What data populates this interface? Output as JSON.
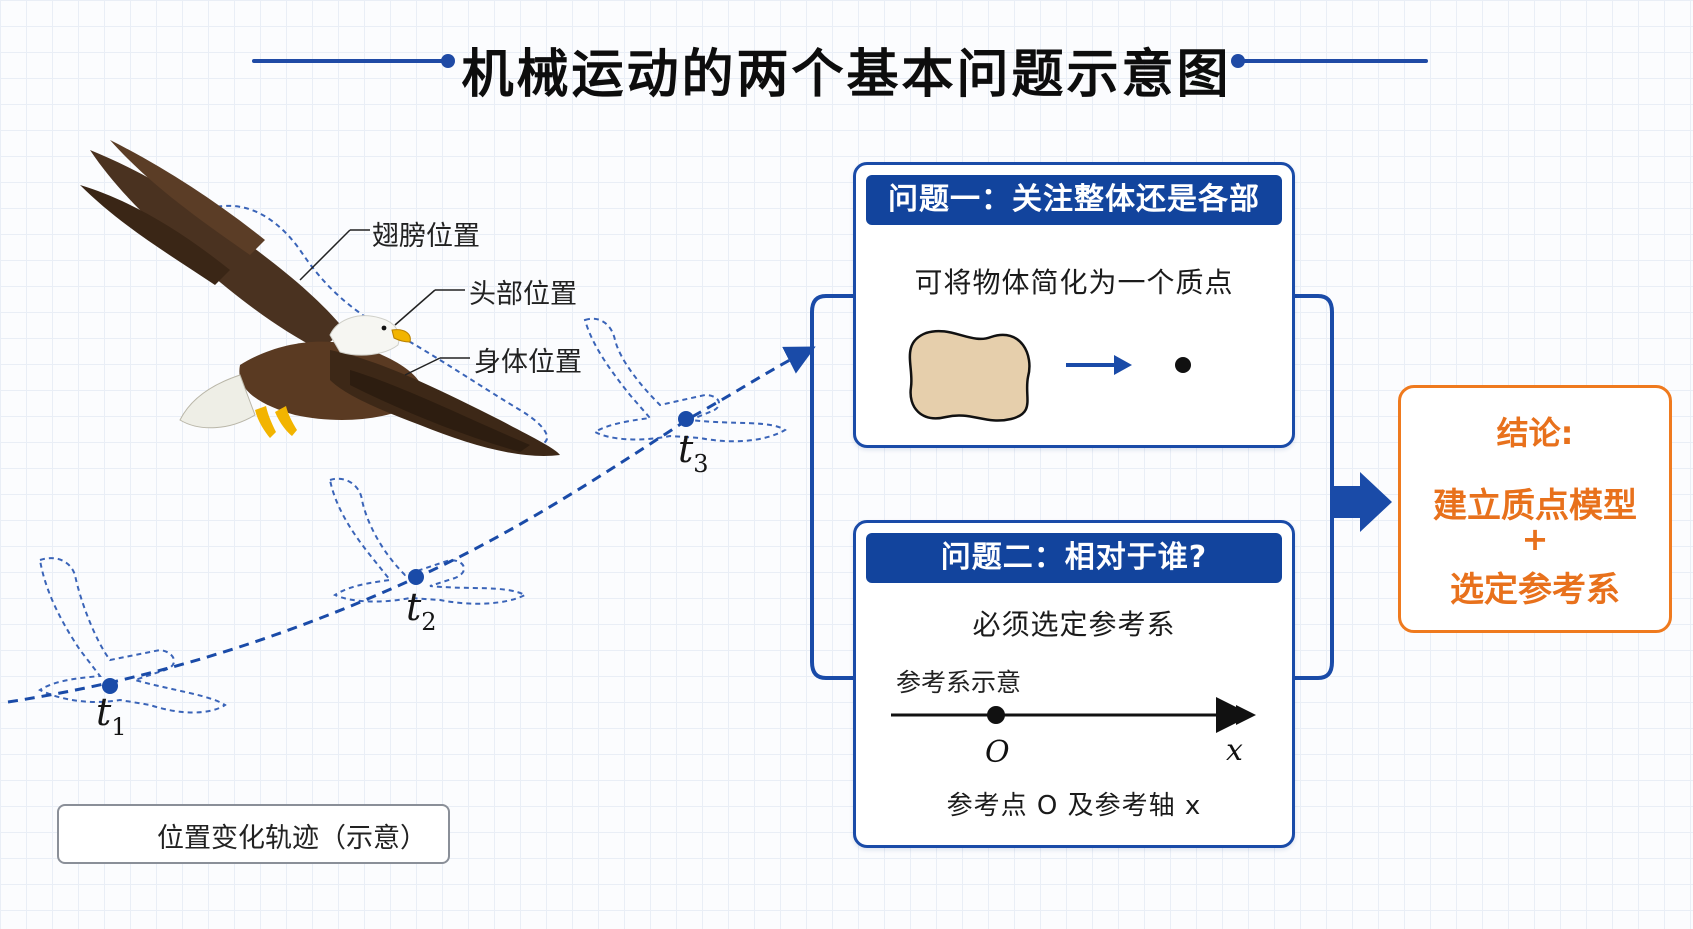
{
  "title": "机械运动的两个基本问题示意图",
  "callouts": {
    "wing": "翅膀位置",
    "head": "头部位置",
    "body": "身体位置"
  },
  "time_labels": [
    {
      "t": "t",
      "sub": "1"
    },
    {
      "t": "t",
      "sub": "2"
    },
    {
      "t": "t",
      "sub": "3"
    }
  ],
  "legend": {
    "label": "位置变化轨迹（示意）"
  },
  "question1": {
    "header": "问题一：关注整体还是各部分?",
    "text": "可将物体简化为一个质点"
  },
  "question2": {
    "header": "问题二：相对于谁?",
    "text": "必须选定参考系",
    "diagram_label": "参考系示意",
    "origin_label": "O",
    "axis_label": "x",
    "caption": "参考点 O 及参考轴 x"
  },
  "conclusion": {
    "title": "结论:",
    "line1": "建立质点模型",
    "plus": "+",
    "line2": "选定参考系"
  },
  "colors": {
    "primary_blue": "#1a4ba8",
    "header_blue": "#12449d",
    "conclusion_orange": "#e8711c",
    "blob_fill": "#e6cfac"
  }
}
